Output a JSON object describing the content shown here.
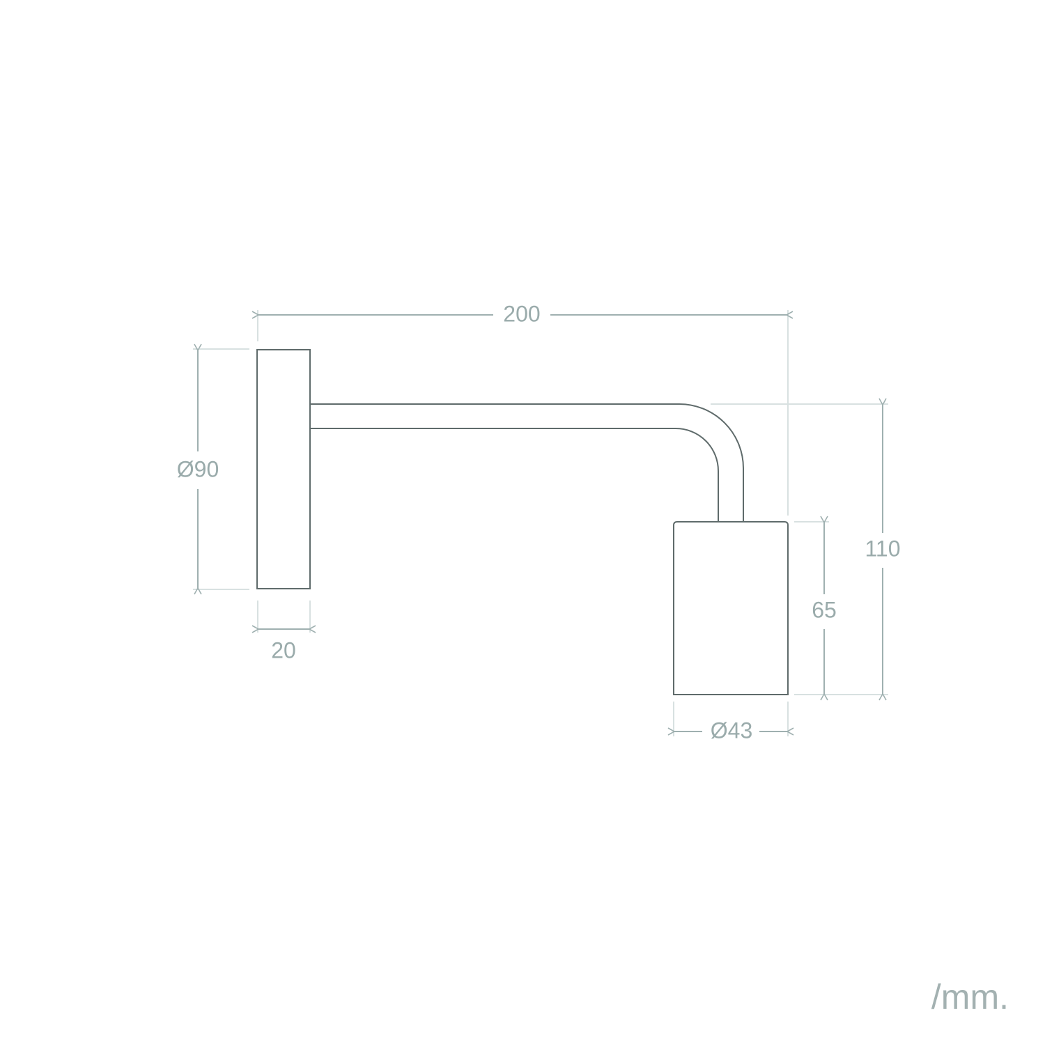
{
  "drawing": {
    "colors": {
      "outline": "#5f6b6b",
      "dimension": "#9fb0b0",
      "extension": "#d8e1e1",
      "text": "#9aabab"
    },
    "dimensions": {
      "total_length": "200",
      "plate_diameter": "Ø90",
      "plate_depth": "20",
      "total_height": "110",
      "socket_height": "65",
      "socket_diameter": "Ø43"
    },
    "unit": "/mm."
  }
}
